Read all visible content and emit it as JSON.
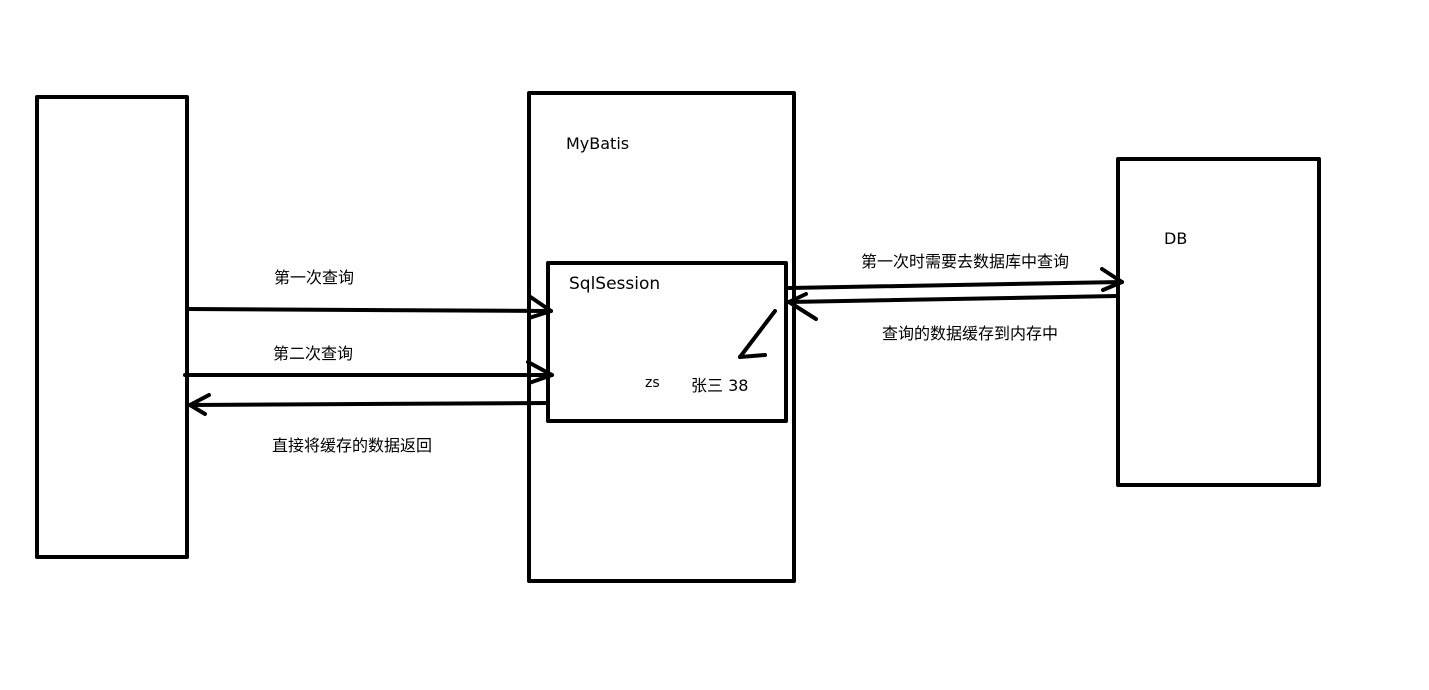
{
  "colors": {
    "stroke": "#000000",
    "background": "#ffffff"
  },
  "nodes": {
    "mybatis": {
      "label": "MyBatis"
    },
    "sqlsession": {
      "label": "SqlSession"
    },
    "db": {
      "label": "DB"
    },
    "cache_key": {
      "label": "zs"
    },
    "cache_value": {
      "label": "张三 38"
    }
  },
  "edges": {
    "first_query": "第一次查询",
    "second_query": "第二次查询",
    "return_cached": "直接将缓存的数据返回",
    "db_query": "第一次时需要去数据库中查询",
    "cache_to_memory": "查询的数据缓存到内存中"
  }
}
